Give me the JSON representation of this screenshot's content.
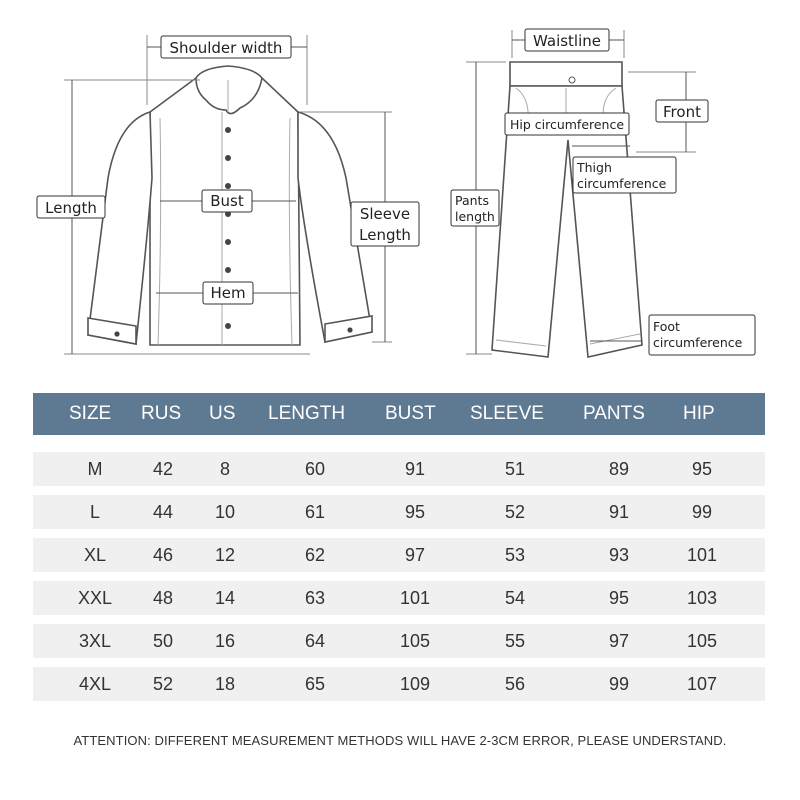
{
  "diagram": {
    "shirt": {
      "shoulder_width": "Shoulder width",
      "length": "Length",
      "bust": "Bust",
      "hem": "Hem",
      "sleeve_length": [
        "Sleeve",
        "Length"
      ]
    },
    "pants": {
      "waistline": "Waistline",
      "front": "Front",
      "hip": "Hip circumference",
      "thigh": [
        "Thigh",
        "circumference"
      ],
      "pants_length": [
        "Pants",
        "length"
      ],
      "foot": [
        "Foot",
        "circumference"
      ]
    }
  },
  "colors": {
    "header_bg": "#5e7a93",
    "header_text": "#ffffff",
    "row_bg": "#f0f0f0"
  },
  "table": {
    "headers": [
      "SIZE",
      "RUS",
      "US",
      "LENGTH",
      "BUST",
      "SLEEVE",
      "PANTS",
      "HIP"
    ],
    "rows": [
      [
        "M",
        "42",
        "8",
        "60",
        "91",
        "51",
        "89",
        "95"
      ],
      [
        "L",
        "44",
        "10",
        "61",
        "95",
        "52",
        "91",
        "99"
      ],
      [
        "XL",
        "46",
        "12",
        "62",
        "97",
        "53",
        "93",
        "101"
      ],
      [
        "XXL",
        "48",
        "14",
        "63",
        "101",
        "54",
        "95",
        "103"
      ],
      [
        "3XL",
        "50",
        "16",
        "64",
        "105",
        "55",
        "97",
        "105"
      ],
      [
        "4XL",
        "52",
        "18",
        "65",
        "109",
        "56",
        "99",
        "107"
      ]
    ]
  },
  "attention": "ATTENTION: DIFFERENT MEASUREMENT METHODS WILL HAVE 2-3CM ERROR, PLEASE UNDERSTAND."
}
